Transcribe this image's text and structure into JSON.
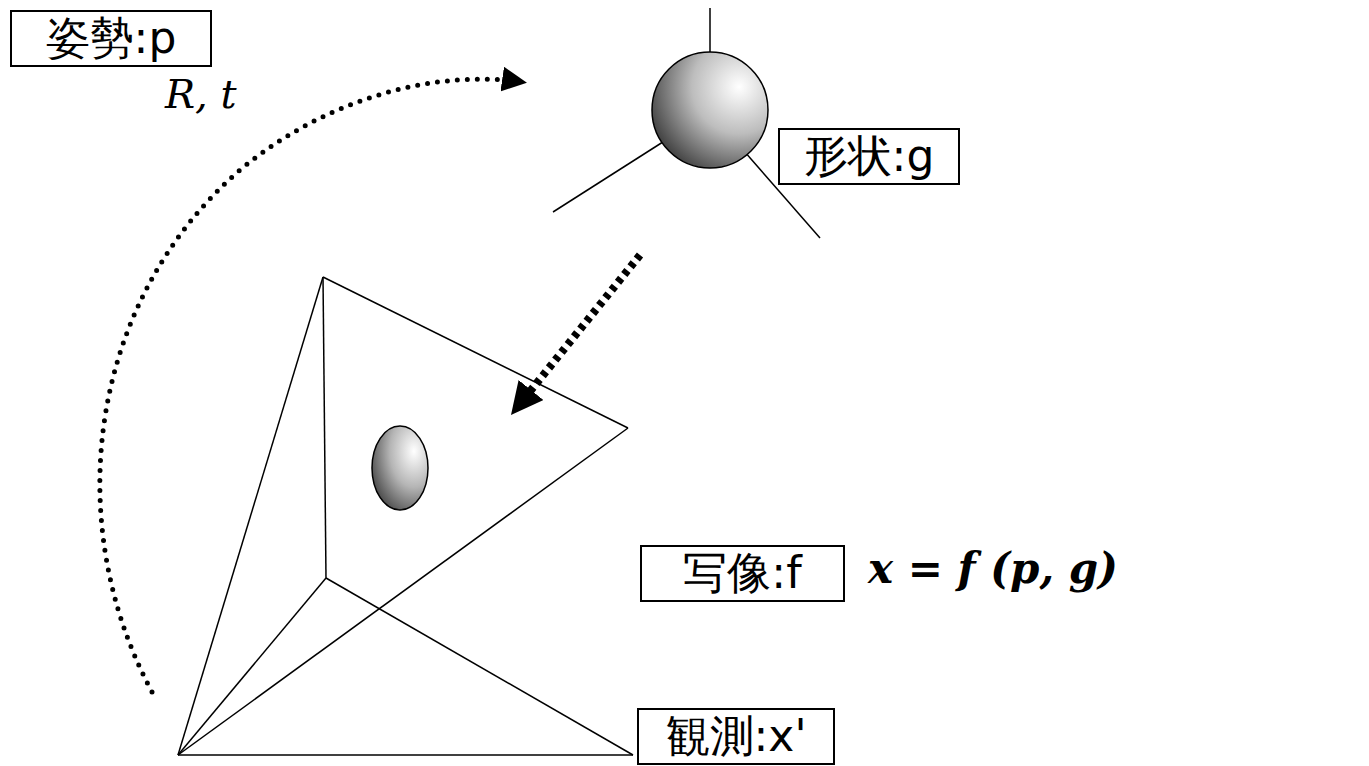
{
  "diagram": {
    "nodes": [
      {
        "text": [
          "姿勢:p"
        ]
      },
      {
        "text": [
          "形状:g"
        ]
      },
      {
        "text": [
          "写像:f"
        ]
      },
      {
        "text": [
          "観測:x'"
        ]
      }
    ],
    "labels": [
      "R, t",
      "x = f (p, g)"
    ]
  }
}
